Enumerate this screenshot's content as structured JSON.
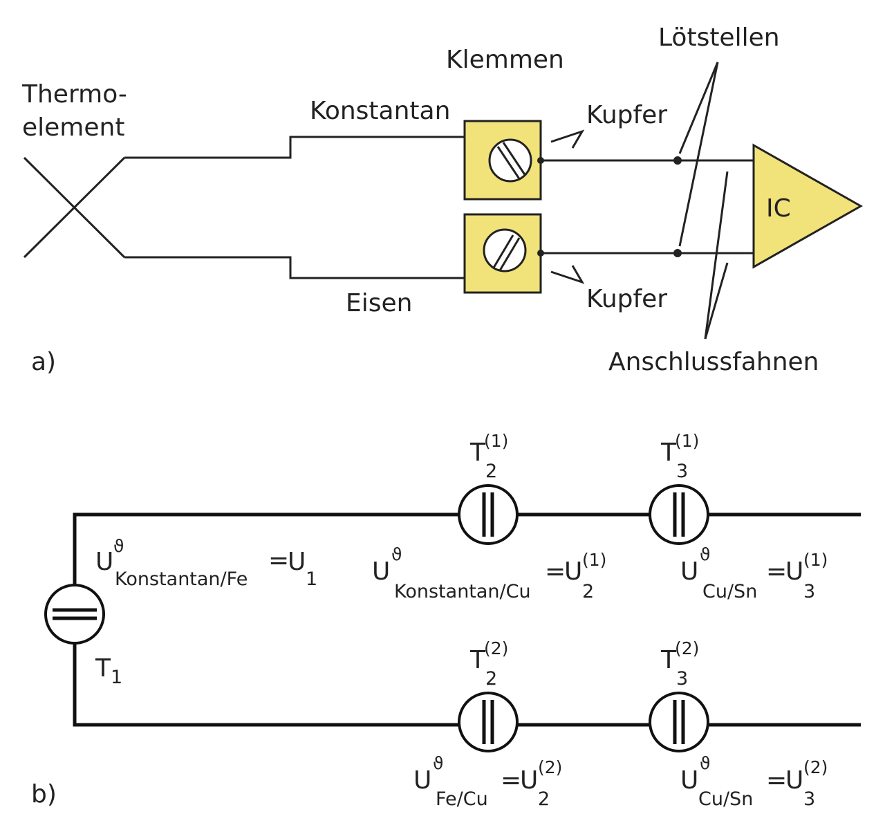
{
  "panel_a": {
    "letter": "a)",
    "thermoelement_line1": "Thermo-",
    "thermoelement_line2": "element",
    "konstantan": "Konstantan",
    "eisen": "Eisen",
    "klemmen": "Klemmen",
    "kupfer_top": "Kupfer",
    "kupfer_bottom": "Kupfer",
    "loetstellen": "Lötstellen",
    "anschlussfahnen": "Anschlussfahnen",
    "ic": "IC"
  },
  "panel_b": {
    "letter": "b)",
    "t1": {
      "main": "T",
      "sub": "1"
    },
    "t2_1": {
      "main": "T",
      "sub": "2",
      "sup": "(1)"
    },
    "t3_1": {
      "main": "T",
      "sub": "3",
      "sup": "(1)"
    },
    "t2_2": {
      "main": "T",
      "sub": "2",
      "sup": "(2)"
    },
    "t3_2": {
      "main": "T",
      "sub": "3",
      "sup": "(2)"
    },
    "eq1": {
      "u": "U",
      "theta": "ϑ",
      "pair": "Konstantan/Fe",
      "equals": "=",
      "rhs": "U",
      "rhs_sub": "1"
    },
    "eq2": {
      "u": "U",
      "theta": "ϑ",
      "pair": "Konstantan/Cu",
      "equals": "=",
      "rhs": "U",
      "rhs_sub": "2",
      "rhs_sup": "(1)"
    },
    "eq3": {
      "u": "U",
      "theta": "ϑ",
      "pair": "Cu/Sn",
      "equals": "=",
      "rhs": "U",
      "rhs_sub": "3",
      "rhs_sup": "(1)"
    },
    "eq4": {
      "u": "U",
      "theta": "ϑ",
      "pair": "Fe/Cu",
      "equals": "=",
      "rhs": "U",
      "rhs_sub": "2",
      "rhs_sup": "(2)"
    },
    "eq5": {
      "u": "U",
      "theta": "ϑ",
      "pair": "Cu/Sn",
      "equals": "=",
      "rhs": "U",
      "rhs_sub": "3",
      "rhs_sup": "(2)"
    }
  },
  "colors": {
    "clamp_fill": "#f1e27a",
    "ic_fill": "#f1e27a",
    "line": "#222222"
  }
}
